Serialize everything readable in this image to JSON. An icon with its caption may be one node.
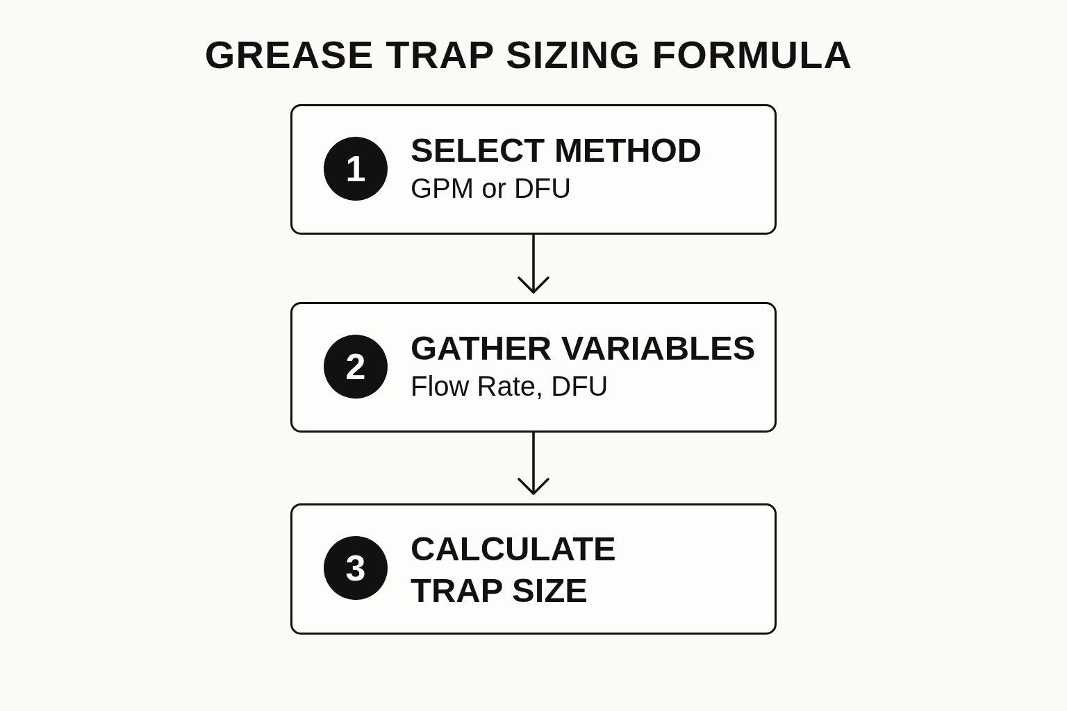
{
  "diagram": {
    "title": "GREASE TRAP SIZING FORMULA",
    "nodes": [
      {
        "text": [
          "SELECT METHOD",
          "GPM or DFU"
        ]
      },
      {
        "text": [
          "1"
        ],
        "in": 0
      },
      {
        "text": [
          "GATHER VARIABLES",
          "Flow Rate, DFU"
        ]
      },
      {
        "text": [
          "2"
        ],
        "in": 2
      },
      {
        "text": [
          "CALCULATE TRAP SIZE"
        ]
      },
      {
        "text": [
          "3"
        ],
        "in": 4
      }
    ],
    "edges": [
      {
        "from": 0,
        "to": 2,
        "arrow": "to"
      },
      {
        "from": 2,
        "to": 4,
        "arrow": "to"
      }
    ]
  }
}
